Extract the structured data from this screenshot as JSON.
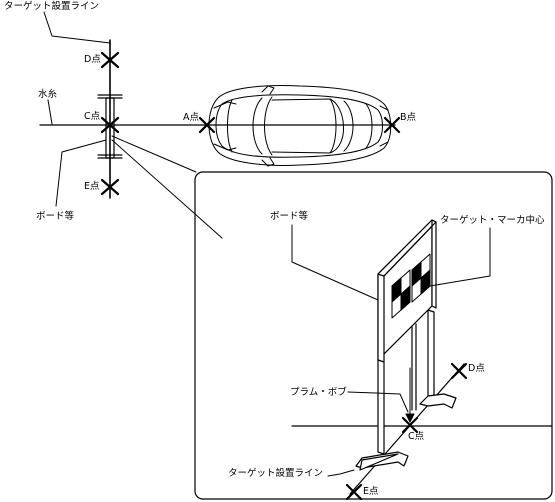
{
  "labels": {
    "target_line_top": "ターゲット設置ライン",
    "point_d": "D点",
    "water_line": "水糸",
    "point_c": "C点",
    "point_a": "A点",
    "point_b": "B点",
    "point_e": "E点",
    "board_left": "ボード等",
    "board_detail": "ボード等",
    "target_marker_center": "ターゲット・マーカ中心",
    "detail_point_d": "D点",
    "plumb_bob": "プラム・ボブ",
    "detail_point_c": "C点",
    "target_line_detail": "ターゲット設置ライン",
    "detail_point_e": "E点"
  }
}
